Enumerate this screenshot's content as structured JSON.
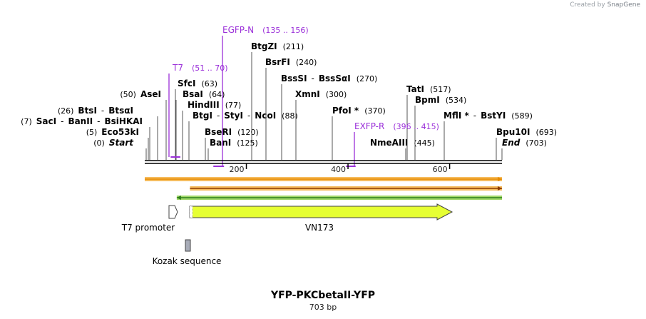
{
  "branding": {
    "prefix": "Created by",
    "name": "SnapGene"
  },
  "plasmid": {
    "name": "YFP-PKCbetaII-YFP",
    "length_label": "703 bp",
    "length": 703
  },
  "ticks": [
    {
      "pos": 200,
      "label": "200"
    },
    {
      "pos": 400,
      "label": "400"
    },
    {
      "pos": 600,
      "label": "600"
    }
  ],
  "sites": [
    {
      "id": "start",
      "pos": 0,
      "parts": [
        {
          "t": "(0)",
          "s": "num"
        },
        {
          "t": "Start",
          "s": "emi"
        }
      ]
    },
    {
      "id": "eco53ki",
      "pos": 5,
      "parts": [
        {
          "t": "(5)",
          "s": "num"
        },
        {
          "t": "Eco53kI",
          "s": "enz"
        }
      ]
    },
    {
      "id": "saci",
      "pos": 7,
      "parts": [
        {
          "t": "(7)",
          "s": "num"
        },
        {
          "t": "SacI",
          "s": "enz"
        },
        {
          "t": "-",
          "s": "sep"
        },
        {
          "t": "BanII",
          "s": "enz"
        },
        {
          "t": "-",
          "s": "sep"
        },
        {
          "t": "BsiHKAI",
          "s": "enz"
        }
      ]
    },
    {
      "id": "btsi",
      "pos": 26,
      "parts": [
        {
          "t": "(26)",
          "s": "num"
        },
        {
          "t": "BtsI",
          "s": "enz"
        },
        {
          "t": "-",
          "s": "sep"
        },
        {
          "t": "BtsαI",
          "s": "enz"
        }
      ]
    },
    {
      "id": "asei",
      "pos": 50,
      "parts": [
        {
          "t": "(50)",
          "s": "num"
        },
        {
          "t": "AseI",
          "s": "enz"
        }
      ]
    },
    {
      "id": "sfci",
      "pos": 63,
      "parts": [
        {
          "t": "SfcI",
          "s": "enz"
        },
        {
          "t": "(63)",
          "s": "num"
        }
      ]
    },
    {
      "id": "bsai",
      "pos": 64,
      "parts": [
        {
          "t": "BsaI",
          "s": "enz"
        },
        {
          "t": "(64)",
          "s": "num"
        }
      ]
    },
    {
      "id": "hindiii",
      "pos": 77,
      "parts": [
        {
          "t": "HindIII",
          "s": "enz"
        },
        {
          "t": "(77)",
          "s": "num"
        }
      ]
    },
    {
      "id": "btgi",
      "pos": 88,
      "parts": [
        {
          "t": "BtgI",
          "s": "enz"
        },
        {
          "t": "-",
          "s": "sep"
        },
        {
          "t": "StyI",
          "s": "enz"
        },
        {
          "t": "-",
          "s": "sep"
        },
        {
          "t": "NcoI",
          "s": "enz"
        },
        {
          "t": "(88)",
          "s": "num"
        }
      ]
    },
    {
      "id": "bseri",
      "pos": 120,
      "parts": [
        {
          "t": "BseRI",
          "s": "enz"
        },
        {
          "t": "(120)",
          "s": "num"
        }
      ]
    },
    {
      "id": "bani",
      "pos": 125,
      "parts": [
        {
          "t": "BanI",
          "s": "enz"
        },
        {
          "t": "(125)",
          "s": "num"
        }
      ]
    },
    {
      "id": "btgzi",
      "pos": 211,
      "parts": [
        {
          "t": "BtgZI",
          "s": "enz"
        },
        {
          "t": "(211)",
          "s": "num"
        }
      ]
    },
    {
      "id": "bsrfi",
      "pos": 240,
      "parts": [
        {
          "t": "BsrFI",
          "s": "enz"
        },
        {
          "t": "(240)",
          "s": "num"
        }
      ]
    },
    {
      "id": "bsssi",
      "pos": 270,
      "parts": [
        {
          "t": "BssSI",
          "s": "enz"
        },
        {
          "t": "-",
          "s": "sep"
        },
        {
          "t": "BssSαI",
          "s": "enz"
        },
        {
          "t": "(270)",
          "s": "num"
        }
      ]
    },
    {
      "id": "xmni",
      "pos": 300,
      "parts": [
        {
          "t": "XmnI",
          "s": "enz"
        },
        {
          "t": "(300)",
          "s": "num"
        }
      ]
    },
    {
      "id": "pfoi",
      "pos": 370,
      "parts": [
        {
          "t": "PfoI *",
          "s": "enz"
        },
        {
          "t": "(370)",
          "s": "num"
        }
      ]
    },
    {
      "id": "nmeaiii",
      "pos": 445,
      "parts": [
        {
          "t": "NmeAIII",
          "s": "enz"
        },
        {
          "t": "(445)",
          "s": "num"
        }
      ]
    },
    {
      "id": "tati",
      "pos": 517,
      "parts": [
        {
          "t": "TatI",
          "s": "enz"
        },
        {
          "t": "(517)",
          "s": "num"
        }
      ]
    },
    {
      "id": "bpmi",
      "pos": 534,
      "parts": [
        {
          "t": "BpmI",
          "s": "enz"
        },
        {
          "t": "(534)",
          "s": "num"
        }
      ]
    },
    {
      "id": "mfli",
      "pos": 589,
      "parts": [
        {
          "t": "MflI *",
          "s": "enz"
        },
        {
          "t": "-",
          "s": "sep"
        },
        {
          "t": "BstYI",
          "s": "enz"
        },
        {
          "t": "(589)",
          "s": "num"
        }
      ]
    },
    {
      "id": "bpu10i",
      "pos": 693,
      "parts": [
        {
          "t": "Bpu10I",
          "s": "enz"
        },
        {
          "t": "(693)",
          "s": "num"
        }
      ]
    },
    {
      "id": "end",
      "pos": 703,
      "parts": [
        {
          "t": "End",
          "s": "emi"
        },
        {
          "t": "(703)",
          "s": "num"
        }
      ]
    }
  ],
  "primers": [
    {
      "id": "t7",
      "name": "T7",
      "range": "(51 .. 70)",
      "start": 51,
      "end": 70
    },
    {
      "id": "egfpn",
      "name": "EGFP-N",
      "range": "(135 .. 156)",
      "start": 135,
      "end": 156
    },
    {
      "id": "exfpr",
      "name": "EXFP-R",
      "range": "(396 .. 415)",
      "start": 396,
      "end": 415
    }
  ],
  "features": [
    {
      "id": "t7-promoter",
      "label": "T7 promoter",
      "start": 51,
      "end": 69,
      "type": "promoter",
      "color": "#ffffff"
    },
    {
      "id": "vn173",
      "label": "VN173",
      "start": 89,
      "end": 607,
      "type": "cds",
      "color": "#e6ff33"
    },
    {
      "id": "kozak-sequence",
      "label": "Kozak sequence",
      "start": 82,
      "end": 91,
      "type": "misc",
      "color": "#a8acb8"
    }
  ],
  "orfs": [
    {
      "id": "orf-1",
      "start": 0,
      "end": 703,
      "dir": "fwd",
      "color": "#f5b041",
      "edge": "#e58a00"
    },
    {
      "id": "orf-2",
      "start": 89,
      "end": 703,
      "dir": "fwd",
      "color": "#f5b041",
      "edge": "#8b3a00"
    },
    {
      "id": "orf-3",
      "start": 63,
      "end": 703,
      "dir": "rev",
      "color": "#8fd14f",
      "edge": "#2e7d1a"
    }
  ],
  "colors": {
    "enzyme": "#000000",
    "primer": "#9b30d9",
    "backbone": "#000000",
    "cut_line": "#555555"
  }
}
